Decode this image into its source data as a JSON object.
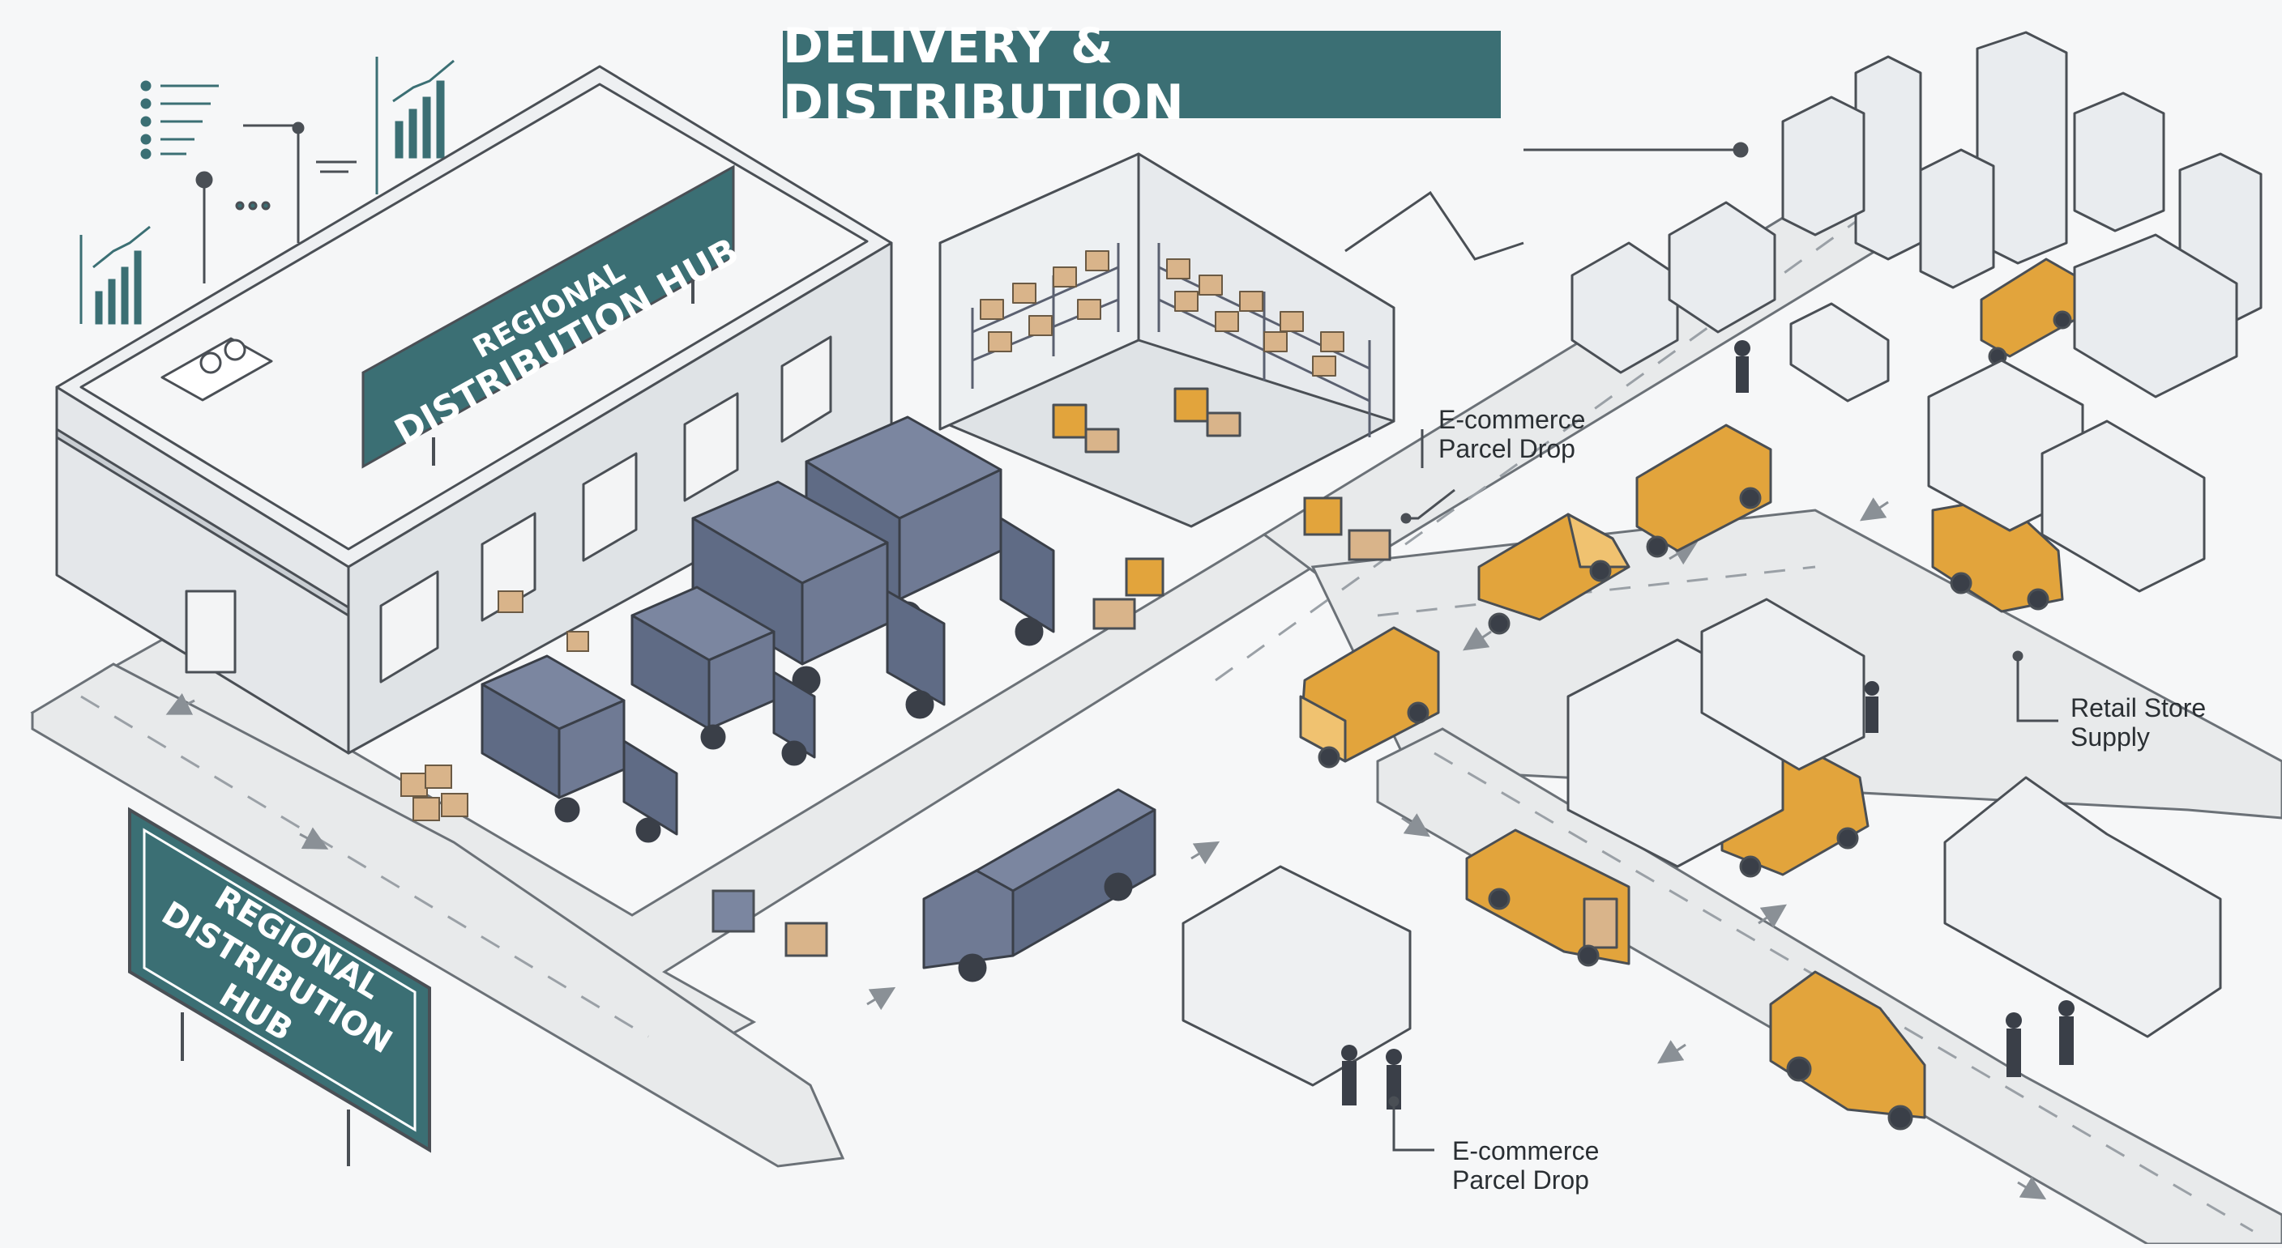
{
  "title": "DELIVERY & DISTRIBUTION",
  "hub_sign_roof": {
    "line1": "REGIONAL",
    "line2": "DISTRIBUTION HUB"
  },
  "hub_sign_ground": {
    "line1": "REGIONAL",
    "line2": "DISTRIBUTION",
    "line3": "HUB"
  },
  "callouts": {
    "ecommerce_top": {
      "line1": "E-commerce",
      "line2": "Parcel Drop"
    },
    "retail": {
      "line1": "Retail Store",
      "line2": "Supply"
    },
    "ecommerce_bottom": {
      "line1": "E-commerce",
      "line2": "Parcel Drop"
    }
  },
  "colors": {
    "banner": "#3b6f74",
    "sign": "#3b6f74",
    "freight_truck": "#5f6b85",
    "delivery_van": "#e2a43c",
    "road": "#e8eaeb",
    "outline": "#4a4f55",
    "building": "#e9ecef",
    "parcel": "#d9b48a"
  },
  "icons": [
    "bar-chart-icon",
    "list-icon",
    "forklift-icon",
    "parcel-box-icon",
    "house-icon",
    "city-skyline-icon",
    "arrow-icon"
  ]
}
